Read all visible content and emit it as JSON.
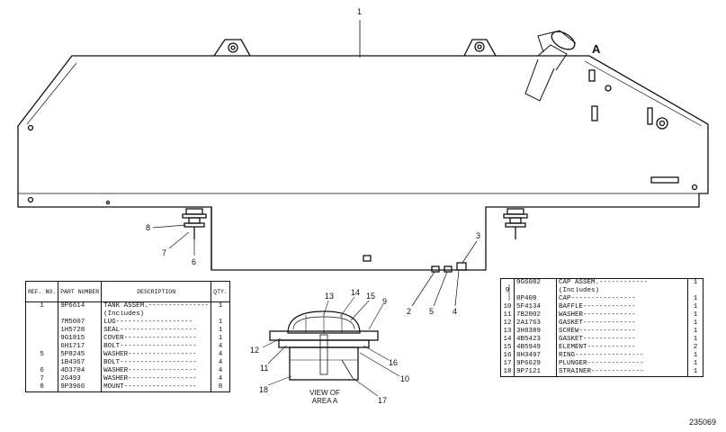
{
  "drawing": {
    "view_letter": "A",
    "view_label_line1": "VIEW OF",
    "view_label_line2": "AREA A",
    "drawing_number": "235069",
    "callouts_main": [
      "1",
      "8",
      "7",
      "6",
      "3",
      "2",
      "5",
      "4"
    ],
    "callouts_detail": [
      "13",
      "14",
      "15",
      "9",
      "12",
      "11",
      "16",
      "10",
      "18",
      "17"
    ]
  },
  "left_table": {
    "headers": {
      "ref": "REF. NO.",
      "part": "PART NUMBER",
      "desc": "DESCRIPTION",
      "qty": "QTY."
    },
    "rows": [
      {
        "ref": "1",
        "part": "9P6614",
        "desc": "TANK ASSEM.---------------",
        "qty": "1"
      },
      {
        "ref": "",
        "part": "",
        "desc": "   (Includes)",
        "qty": ""
      },
      {
        "ref": "",
        "part": "7M5007",
        "desc": "   LUG-------------------",
        "qty": "1"
      },
      {
        "ref": "",
        "part": "1H5728",
        "desc": "SEAL-------------------",
        "qty": "1"
      },
      {
        "ref": "",
        "part": "9G1815",
        "desc": "COVER------------------",
        "qty": "1"
      },
      {
        "ref": "",
        "part": "6H1717",
        "desc": "BOLT-------------------",
        "qty": "4"
      },
      {
        "ref": "5",
        "part": "5P8245",
        "desc": "WASHER-----------------",
        "qty": "4"
      },
      {
        "ref": "",
        "part": "1B4367",
        "desc": "BOLT-------------------",
        "qty": "4"
      },
      {
        "ref": "6",
        "part": "4D3704",
        "desc": "WASHER-----------------",
        "qty": "4"
      },
      {
        "ref": "7",
        "part": "2G493",
        "desc": "WASHER-----------------",
        "qty": "4"
      },
      {
        "ref": "8",
        "part": "9P3966",
        "desc": "MOUNT------------------",
        "qty": "8"
      }
    ]
  },
  "right_table": {
    "rows": [
      {
        "ref": "",
        "part": "9G6082",
        "desc": "CAP ASSEM.------------",
        "qty": "1"
      },
      {
        "ref": "9",
        "part": "",
        "desc": "   (Includes)",
        "qty": ""
      },
      {
        "ref": "",
        "part": "8P408",
        "desc": "   CAP----------------",
        "qty": "1"
      },
      {
        "ref": "10",
        "part": "5F4134",
        "desc": "   BAFFLE-------------",
        "qty": "1"
      },
      {
        "ref": "11",
        "part": "7B2002",
        "desc": "   WASHER-------------",
        "qty": "1"
      },
      {
        "ref": "12",
        "part": "2A1763",
        "desc": "   GASKET-------------",
        "qty": "1"
      },
      {
        "ref": "13",
        "part": "3H8389",
        "desc": "   SCREW--------------",
        "qty": "1"
      },
      {
        "ref": "14",
        "part": "4B5423",
        "desc": "   GASKET-------------",
        "qty": "1"
      },
      {
        "ref": "15",
        "part": "4B5949",
        "desc": "   ELEMENT------------",
        "qty": "2"
      },
      {
        "ref": "16",
        "part": "8H3497",
        "desc": "RING-----------------",
        "qty": "1"
      },
      {
        "ref": "17",
        "part": "9P6629",
        "desc": "PLUNGER--------------",
        "qty": "1"
      },
      {
        "ref": "18",
        "part": "9P7121",
        "desc": "STRAINER-------------",
        "qty": "1"
      }
    ]
  }
}
